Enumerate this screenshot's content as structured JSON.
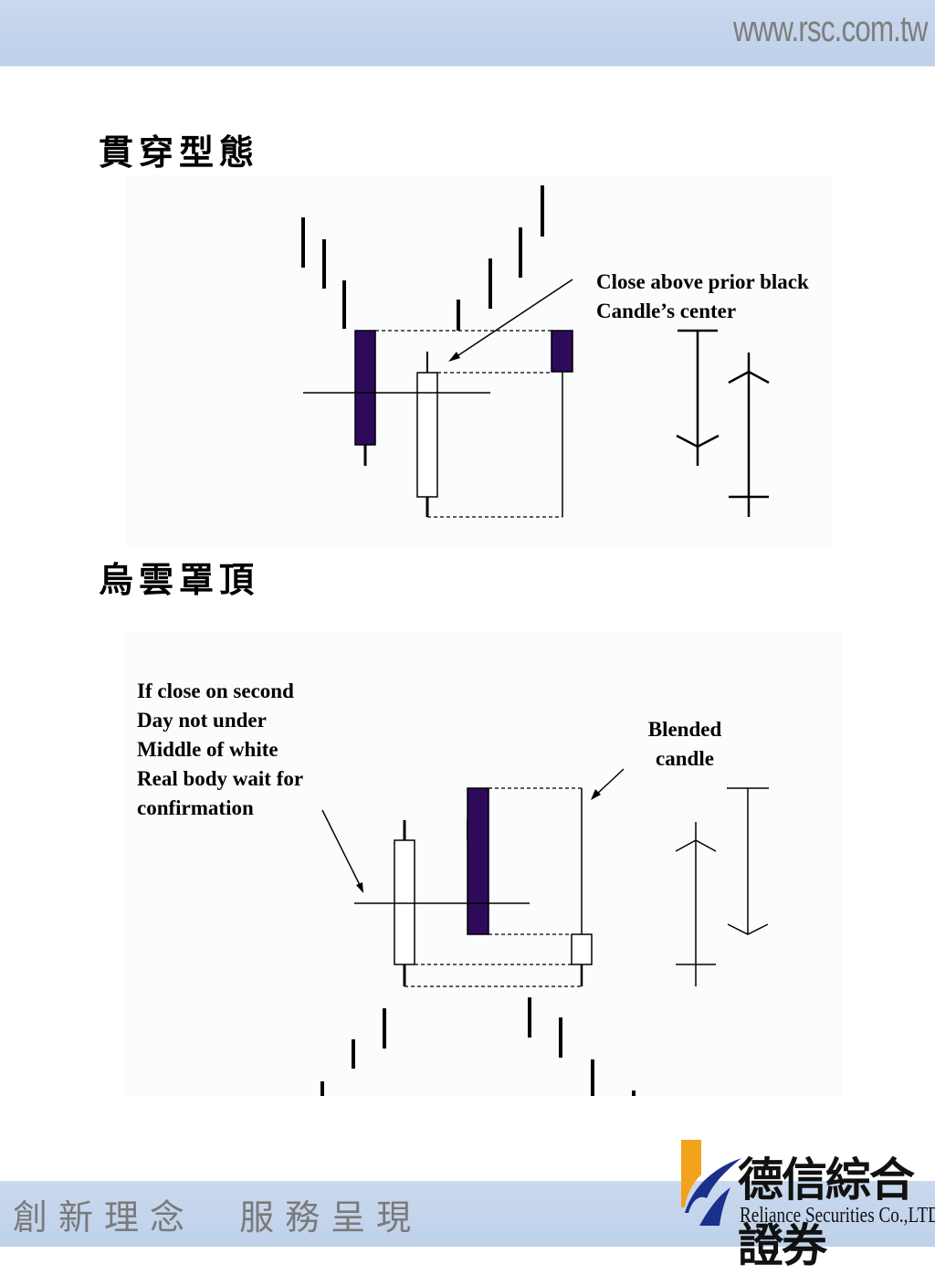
{
  "header": {
    "url": "www.rsc.com.tw"
  },
  "section1": {
    "title": "貫穿型態",
    "annotation_lines": [
      "Close above prior black",
      "Candle’s center"
    ]
  },
  "section2": {
    "title": "烏雲罩頂",
    "annotation_lines": [
      "If close on second",
      "Day not under",
      "Middle of white",
      "Real body wait for",
      "confirmation"
    ],
    "blended_lines": [
      "Blended",
      "candle"
    ]
  },
  "footer": {
    "slogan": "創新理念  服務呈現",
    "company_name_zh": "德信綜合證券",
    "company_name_en": "Reliance Securities Co.,LTD."
  },
  "colors": {
    "banner": "#c9d9ee",
    "dark_candle": "#2e0a5a",
    "logo_orange": "#f3a21c",
    "logo_blue": "#1b2f8c"
  }
}
